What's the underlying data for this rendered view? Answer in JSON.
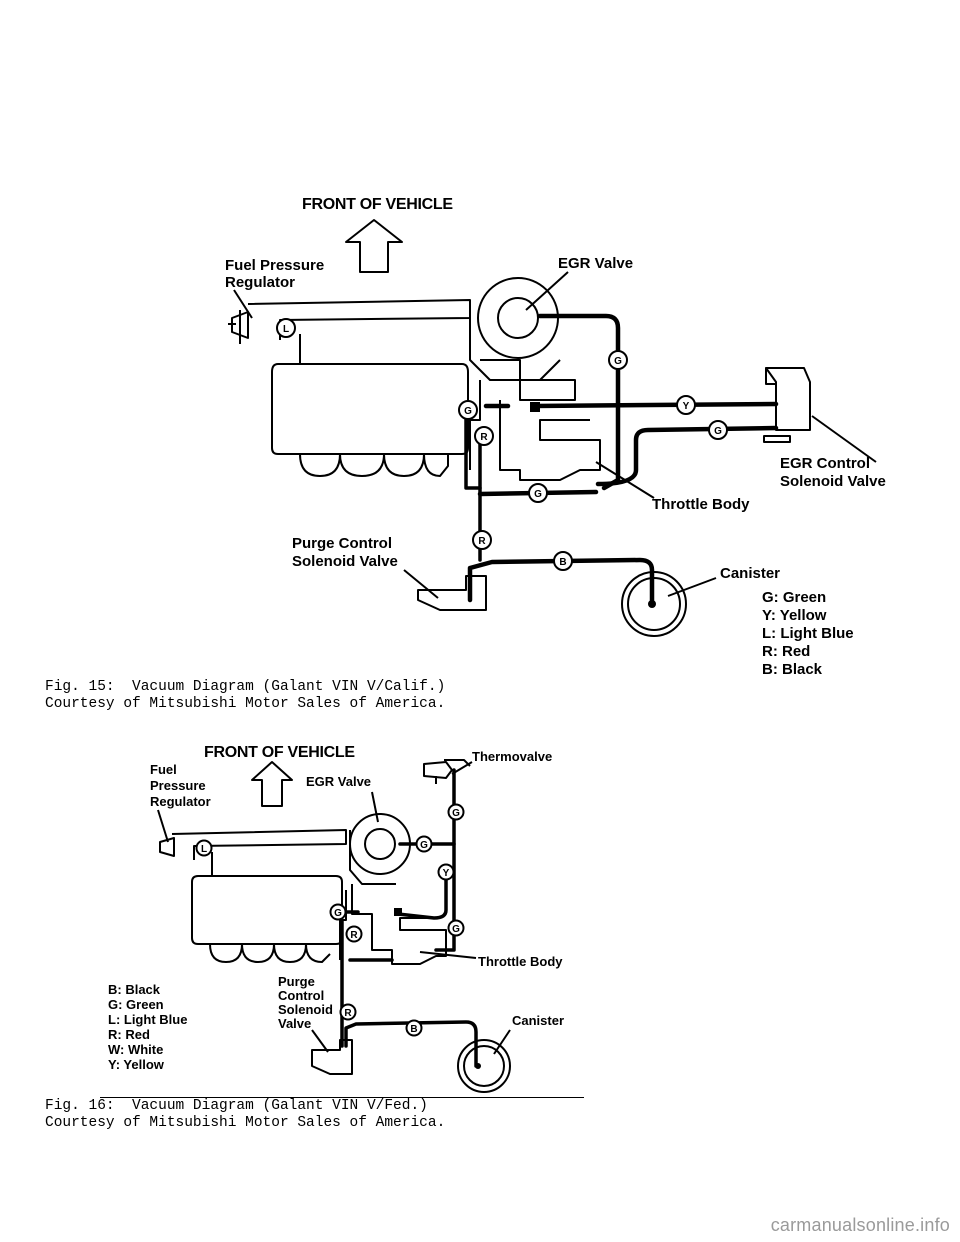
{
  "figure15": {
    "title": "FRONT OF VEHICLE",
    "labels": {
      "fuel_pressure_regulator_1": "Fuel Pressure",
      "fuel_pressure_regulator_2": "Regulator",
      "egr_valve": "EGR Valve",
      "egr_control_1": "EGR Control",
      "egr_control_2": "Solenoid Valve",
      "throttle_body": "Throttle Body",
      "purge_control_1": "Purge Control",
      "purge_control_2": "Solenoid Valve",
      "canister": "Canister"
    },
    "tags": {
      "l": "L",
      "g": "G",
      "y": "Y",
      "r": "R",
      "b": "B"
    },
    "legend": [
      "G: Green",
      "Y: Yellow",
      "L: Light Blue",
      "R: Red",
      "B: Black"
    ],
    "caption_line1": "Fig. 15:  Vacuum Diagram (Galant VIN V/Calif.)",
    "caption_line2": "Courtesy of Mitsubishi Motor Sales of America."
  },
  "figure16": {
    "title": "FRONT OF VEHICLE",
    "labels": {
      "fuel_1": "Fuel",
      "fuel_2": "Pressure",
      "fuel_3": "Regulator",
      "egr_valve": "EGR Valve",
      "thermovalve": "Thermovalve",
      "throttle_body": "Throttle Body",
      "purge_1": "Purge",
      "purge_2": "Control",
      "purge_3": "Solenoid",
      "purge_4": "Valve",
      "canister": "Canister"
    },
    "tags": {
      "l": "L",
      "g": "G",
      "y": "Y",
      "r": "R",
      "b": "B"
    },
    "legend": [
      "B: Black",
      "G: Green",
      "L: Light Blue",
      "R: Red",
      "W: White",
      "Y: Yellow"
    ],
    "caption_line1": "Fig. 16:  Vacuum Diagram (Galant VIN V/Fed.)",
    "caption_line2": "Courtesy of Mitsubishi Motor Sales of America."
  },
  "watermark": "carmanualsonline.info"
}
